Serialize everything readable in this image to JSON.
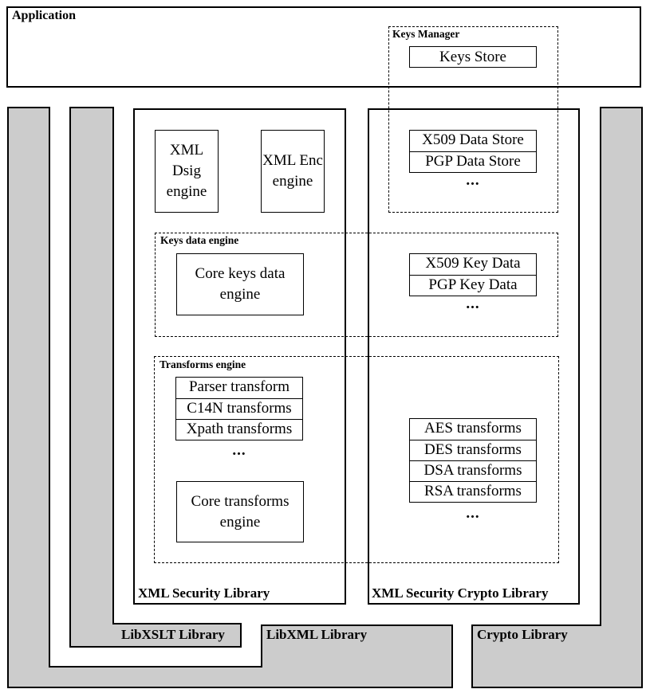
{
  "colors": {
    "gray_fill": "#cccccc",
    "line": "#000000",
    "background": "#ffffff"
  },
  "application": {
    "label": "Application"
  },
  "keys_manager": {
    "label": "Keys Manager",
    "keys_store_label": "Keys Store"
  },
  "xmlsec": {
    "label": "XML Security Library",
    "dsig_engine_label": "XML Dsig engine",
    "enc_engine_label": "XML Enc engine",
    "keys_data_engine": {
      "label": "Keys data engine",
      "core_box_label": "Core keys data engine"
    },
    "transforms_engine": {
      "label": "Transforms engine",
      "transforms": [
        "Parser transform",
        "C14N transforms",
        "Xpath transforms"
      ],
      "core_box_label": "Core transforms engine"
    }
  },
  "crypto": {
    "label": "XML Security Crypto Library",
    "data_stores": [
      "X509 Data Store",
      "PGP Data Store"
    ],
    "key_data": [
      "X509 Key Data",
      "PGP Key Data"
    ],
    "crypto_transforms": [
      "AES transforms",
      "DES transforms",
      "DSA transforms",
      "RSA transforms"
    ]
  },
  "base_libraries": {
    "libxslt_label": "LibXSLT Library",
    "libxml_label": "LibXML Library",
    "crypto_label": "Crypto Library"
  },
  "misc": {
    "ellipsis": "..."
  }
}
